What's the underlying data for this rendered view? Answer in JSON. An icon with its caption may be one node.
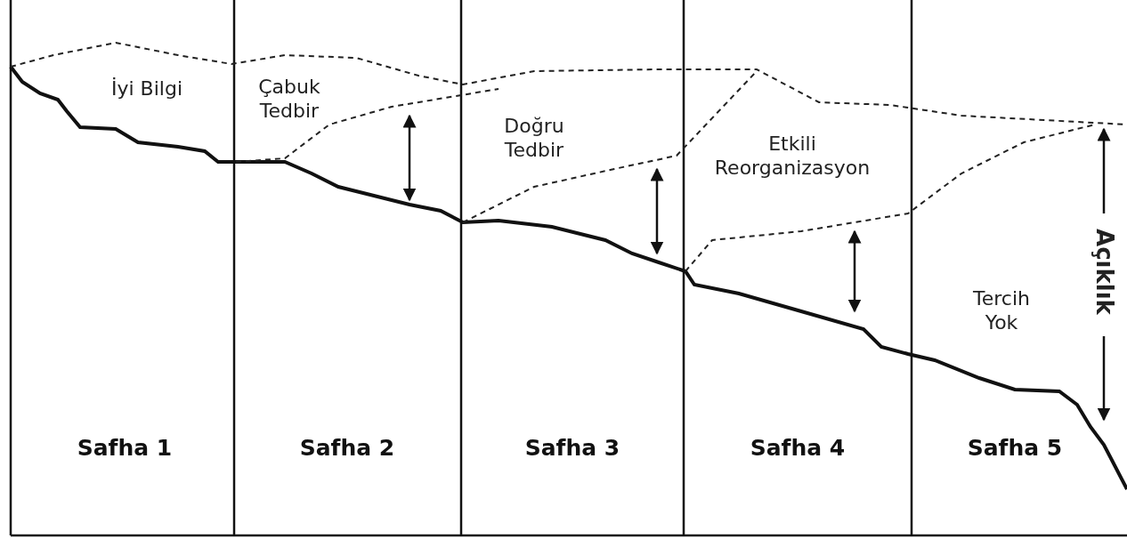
{
  "diagram": {
    "labels": [
      "İyi Bilgi",
      "Çabuk Tedbir",
      "Doğru Tedbir",
      "Etkili Reorganizasyon",
      "Açıklık",
      "Tercih Yok",
      "Safha 1",
      "Safha 2",
      "Safha 3",
      "Safha 4",
      "Safha 5"
    ]
  }
}
